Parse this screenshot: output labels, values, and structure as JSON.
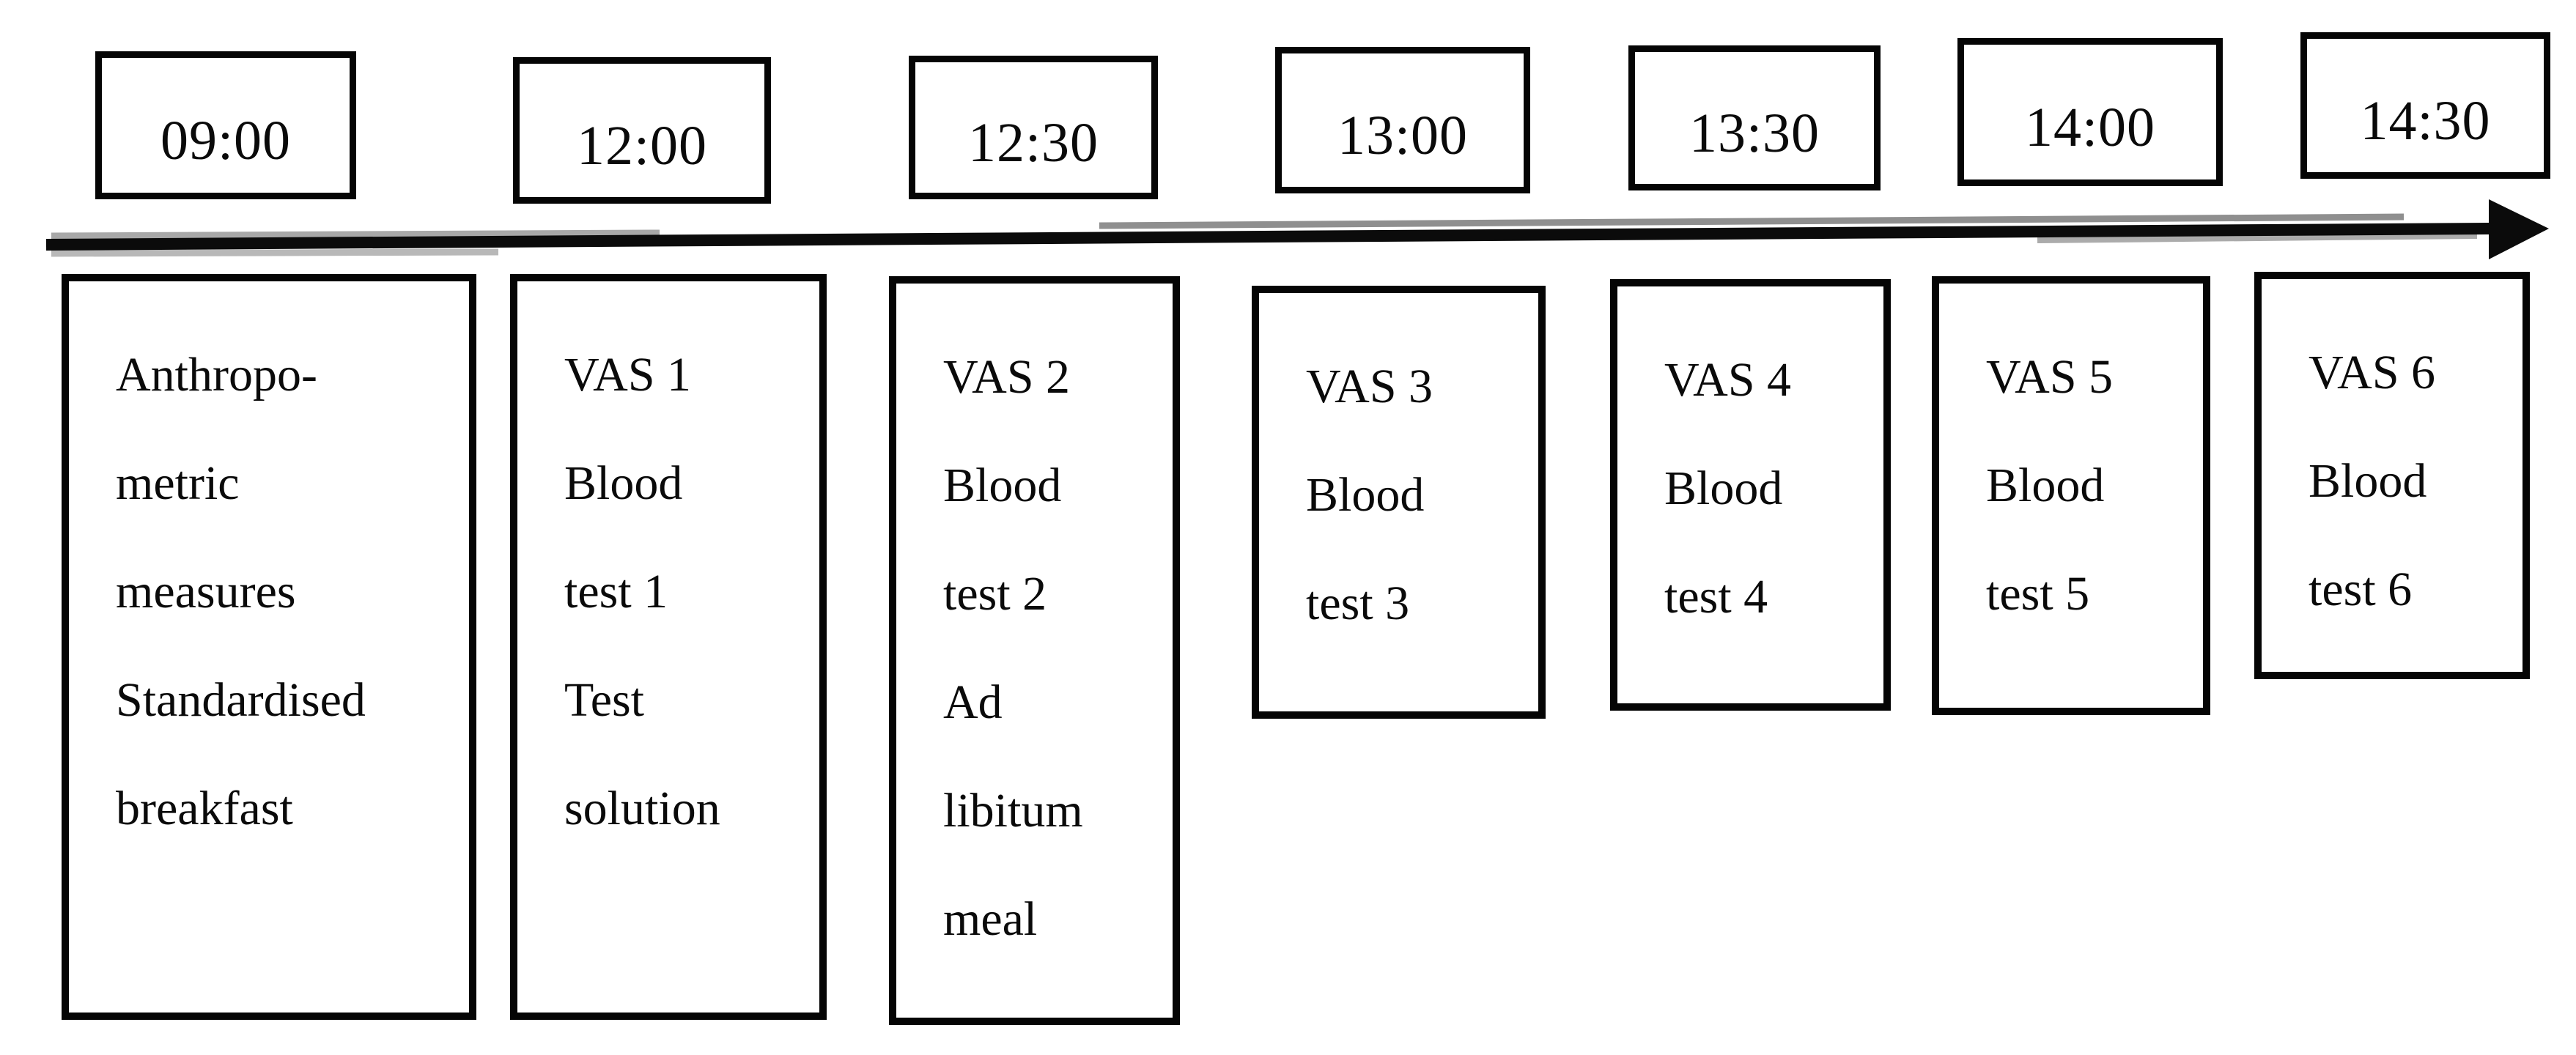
{
  "figure": {
    "type": "study-day-timeline",
    "times": [
      "09:00",
      "12:00",
      "12:30",
      "13:00",
      "13:30",
      "14:00",
      "14:30"
    ],
    "events": [
      {
        "lines": [
          "Anthropo-",
          "metric",
          "measures",
          "Standardised",
          "breakfast"
        ]
      },
      {
        "lines": [
          "VAS 1",
          "Blood",
          "test 1",
          "Test",
          "solution"
        ]
      },
      {
        "lines": [
          "VAS 2",
          "Blood",
          "test 2",
          "Ad",
          "libitum",
          "meal"
        ]
      },
      {
        "lines": [
          "VAS 3",
          "Blood",
          "test 3"
        ]
      },
      {
        "lines": [
          "VAS 4",
          "Blood",
          "test 4"
        ]
      },
      {
        "lines": [
          "VAS 5",
          "Blood",
          "test 5"
        ]
      },
      {
        "lines": [
          "VAS 6",
          "Blood",
          "test 6"
        ]
      }
    ],
    "icons": {
      "timeline_arrow": "right-arrow-icon"
    },
    "colors": {
      "background": "#ffffff",
      "border": "#050505",
      "text": "#0a0a0a",
      "arrow": "#0b0b0b"
    }
  }
}
